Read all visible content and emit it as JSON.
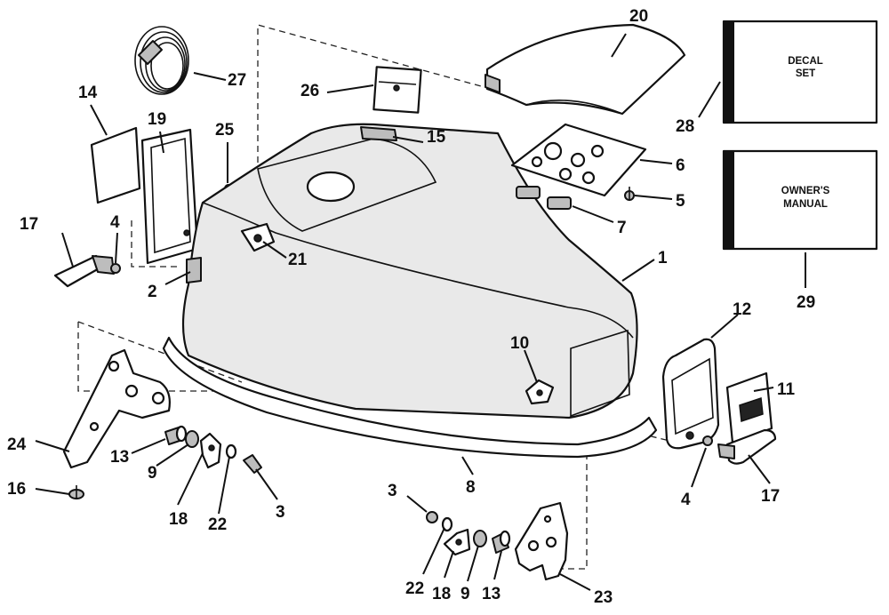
{
  "callouts": {
    "c1": "1",
    "c2": "2",
    "c3a": "3",
    "c3b": "3",
    "c4a": "4",
    "c4b": "4",
    "c5": "5",
    "c6": "6",
    "c7": "7",
    "c8": "8",
    "c9a": "9",
    "c9b": "9",
    "c10": "10",
    "c11": "11",
    "c12": "12",
    "c13a": "13",
    "c13b": "13",
    "c14": "14",
    "c15": "15",
    "c16": "16",
    "c17a": "17",
    "c17b": "17",
    "c18a": "18",
    "c18b": "18",
    "c19": "19",
    "c20": "20",
    "c21": "21",
    "c22a": "22",
    "c22b": "22",
    "c23": "23",
    "c24": "24",
    "c25": "25",
    "c26": "26",
    "c27": "27",
    "c28": "28",
    "c29": "29"
  },
  "boxes": {
    "decal_line1": "DECAL",
    "decal_line2": "SET",
    "manual_line1": "OWNER'S",
    "manual_line2": "MANUAL"
  }
}
